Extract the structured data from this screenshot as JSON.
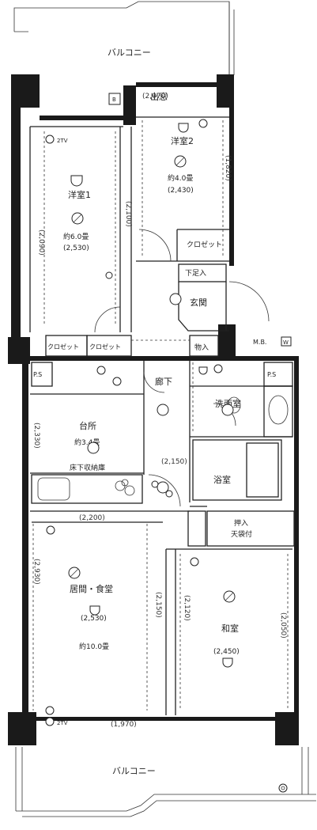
{
  "balcony_top": "バルコニー",
  "balcony_bottom": "バルコニー",
  "window_label": "出窓",
  "window_dim": "(2,070)",
  "rooms": {
    "western2": {
      "name": "洋室2",
      "area": "約4.0畳",
      "dim": "(2,430)"
    },
    "western1": {
      "name": "洋室1",
      "area": "約6.0畳",
      "dim": "(2,530)"
    },
    "kitchen": {
      "name": "台所",
      "area": "約3.4畳"
    },
    "living": {
      "name": "居間・食堂",
      "dim": "(2,530)",
      "area": "約10.0畳"
    },
    "japanese": {
      "name": "和室",
      "dim": "(2,450)"
    },
    "washroom": {
      "name": "洗面室"
    },
    "bath": {
      "name": "浴室"
    },
    "hallway": {
      "name": "廊下"
    },
    "entrance": {
      "name": "玄関"
    }
  },
  "storage": {
    "closet_w2": "クロゼット",
    "closet_a": "クロゼット",
    "closet_b": "クロゼット",
    "shoe": "下足入",
    "under_floor": "床下収納庫",
    "oshiire": "押入",
    "tenbukuro": "天袋付",
    "entry_store": "物入"
  },
  "utility": {
    "ps_left": "P.S",
    "ps_right": "P.S",
    "mb": "M.B."
  },
  "markers": {
    "b": "B",
    "w": "W",
    "tv_top": "2TV",
    "tv_bottom": "2TV"
  },
  "dims": {
    "w1_v1": "(2,090)",
    "w1_v2": "(2,100)",
    "w2_v": "(1,820)",
    "kitchen_v": "(2,330)",
    "hall_h": "(2,150)",
    "living_h": "(2,200)",
    "living_v": "(2,930)",
    "living_v2": "(2,150)",
    "jap_v1": "(2,120)",
    "jap_v2": "(2,050)",
    "bottom_h": "(1,970)"
  }
}
